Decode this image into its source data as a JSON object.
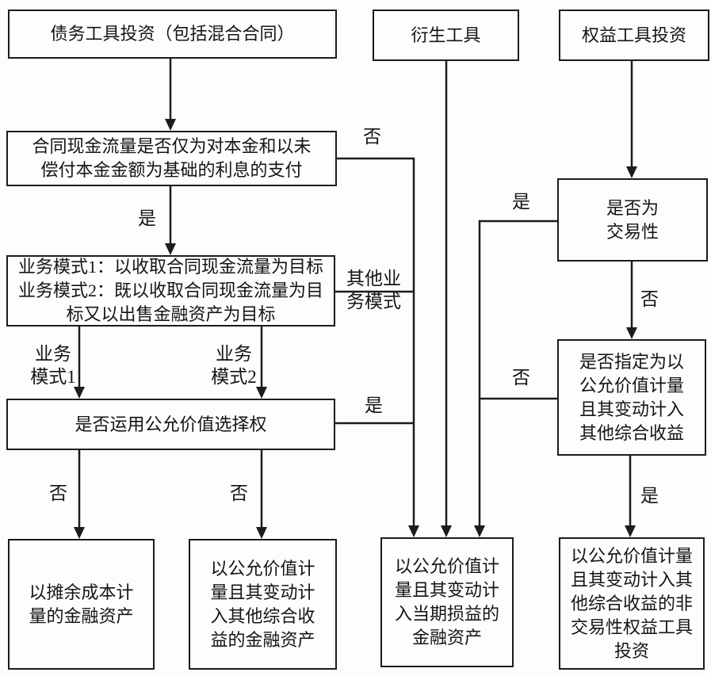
{
  "nodes": {
    "debt": {
      "label": "债务工具投资（包括混合合同）"
    },
    "derivative": {
      "label": "衍生工具"
    },
    "equity": {
      "label": "权益工具投资"
    },
    "sppi": {
      "label": "合同现金流量是否仅为对本金和以未\n偿付本金金额为基础的利息的支付"
    },
    "business_model": {
      "label": "业务模式1：以收取合同现金流量为目标\n业务模式2：既以收取合同现金流量为目\n标又以出售金融资产为目标"
    },
    "fvo": {
      "label": "是否运用公允价值选择权"
    },
    "trading": {
      "label": "是否为\n交易性"
    },
    "designate_oci": {
      "label": "是否指定为以\n公允价值计量\n且其变动计入\n其他综合收益"
    },
    "amortized_cost": {
      "label": "以摊余成本计\n量的金融资产"
    },
    "fvoci": {
      "label": "以公允价值计\n量且其变动计\n入其他综合收\n益的金融资产"
    },
    "fvtpl": {
      "label": "以公允价值计\n量且其变动计\n入当期损益的\n金融资产"
    },
    "equity_fvoci": {
      "label": "以公允价值计量\n且其变动计入其\n他综合收益的非\n交易性权益工具\n投资"
    }
  },
  "edge_labels": {
    "sppi_no": "否",
    "sppi_yes": "是",
    "other_business_model": "其他业\n务模式",
    "bm1": "业务\n模式1",
    "bm2": "业务\n模式2",
    "fvo_yes": "是",
    "fvo_no_left": "否",
    "fvo_no_right": "否",
    "trading_yes": "是",
    "trading_no": "否",
    "designate_no": "否",
    "designate_yes": "是"
  },
  "colors": {
    "line": "#1c1c1c",
    "background": "#fdfdfc"
  }
}
